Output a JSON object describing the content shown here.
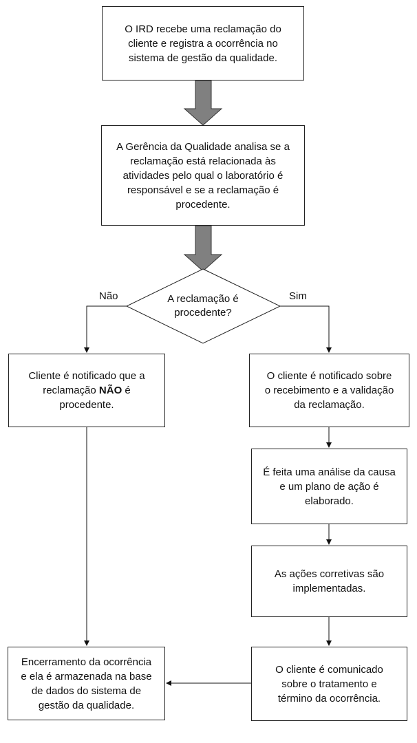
{
  "step1": {
    "lines": [
      "O IRD recebe uma reclamação do",
      "cliente e registra a ocorrência no",
      "sistema de gestão da qualidade."
    ]
  },
  "step2": {
    "lines": [
      "A Gerência da Qualidade  analisa se a",
      "reclamação está relacionada às",
      "atividades pelo qual o laboratório é",
      "responsável e se a reclamação é",
      "procedente."
    ]
  },
  "decision": {
    "lines": [
      "A reclamação é",
      "procedente?"
    ]
  },
  "branches": {
    "no_label": "Não",
    "yes_label": "Sim"
  },
  "no_box": {
    "line1": "Cliente é notificado que a",
    "line2_before": "reclamação ",
    "line2_bold": "NÃO",
    "line2_after": " é",
    "line3": "procedente."
  },
  "yes1": {
    "lines": [
      "O cliente é notificado sobre",
      "o  recebimento e a validação",
      "da reclamação."
    ]
  },
  "yes2": {
    "lines": [
      "É feita uma análise da causa",
      "e um plano de ação é",
      "elaborado."
    ]
  },
  "yes3": {
    "lines": [
      "As ações corretivas são",
      "implementadas."
    ]
  },
  "yes4": {
    "lines": [
      "O cliente é comunicado",
      "sobre o tratamento e",
      "término da ocorrência."
    ]
  },
  "end_box": {
    "lines": [
      "Encerramento da ocorrência",
      "e ela é armazenada na base",
      "de dados do sistema de",
      "gestão da qualidade."
    ]
  }
}
